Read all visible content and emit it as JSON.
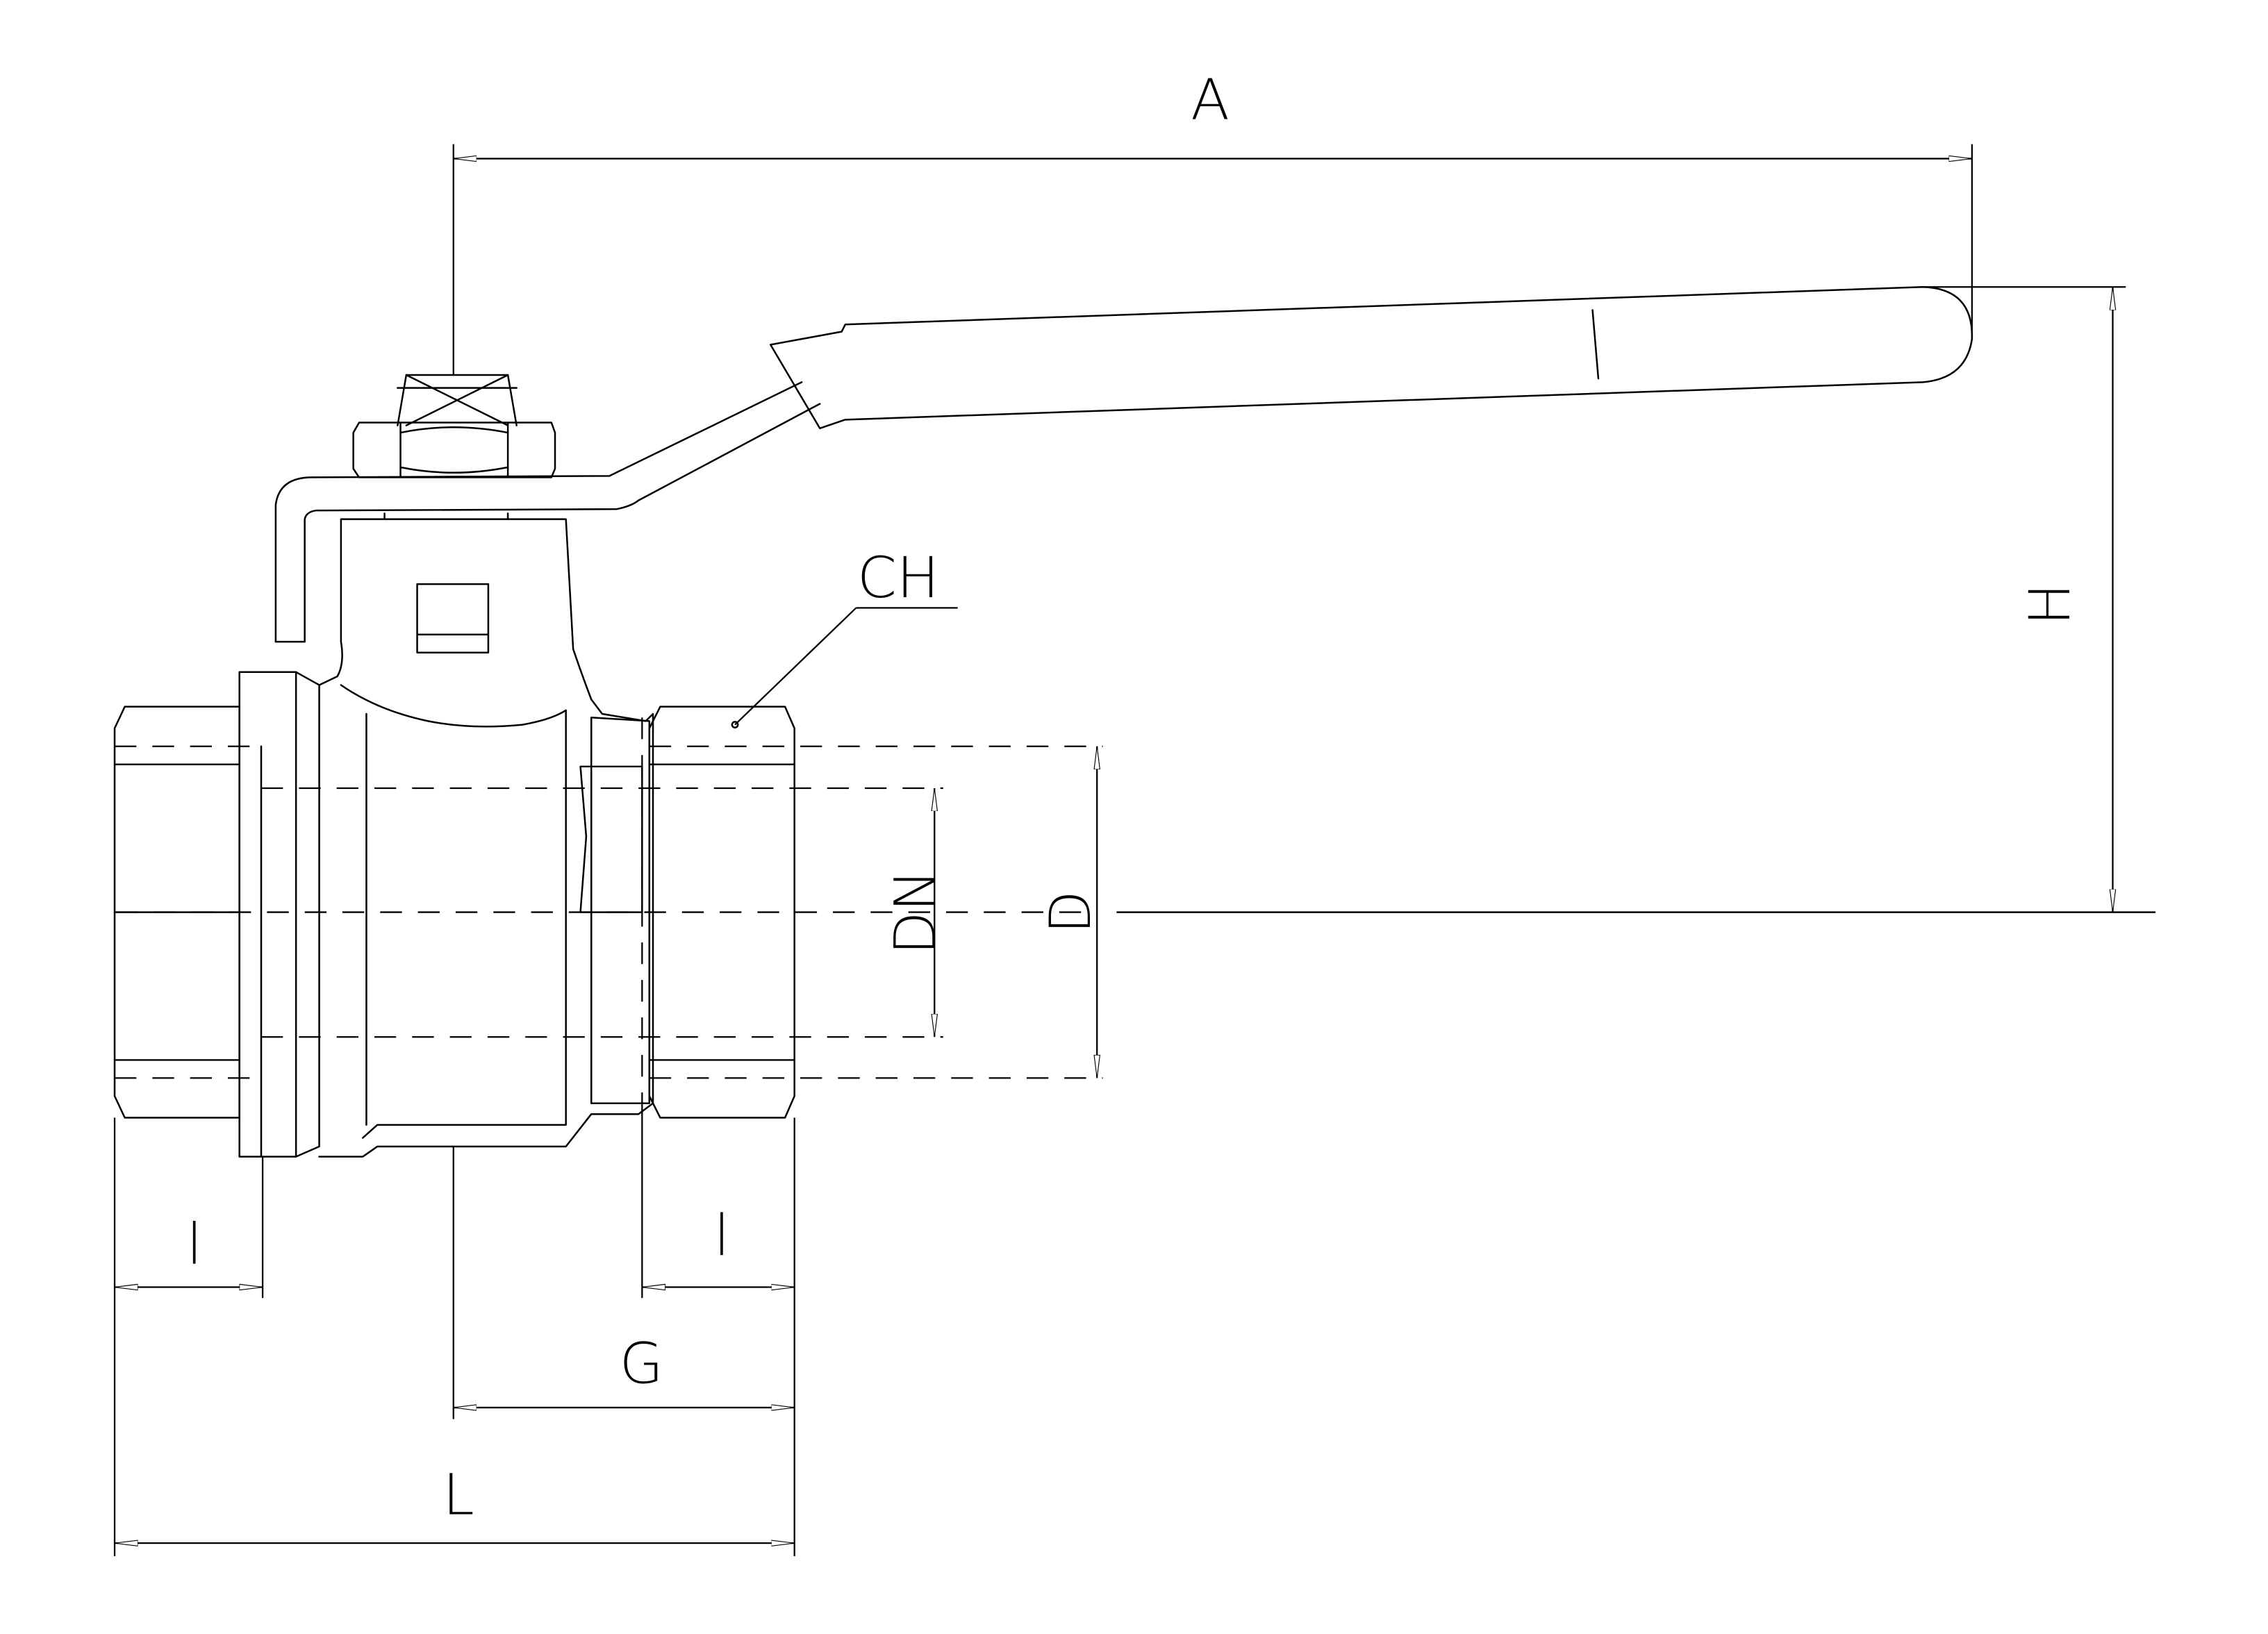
{
  "labels": {
    "A": "A",
    "H": "H",
    "CH": "CH",
    "DN": "DN",
    "D": "D",
    "G": "G",
    "L": "L",
    "l_left": "l",
    "l_right": "l",
    "l_handle": "l"
  },
  "colors": {
    "line": "#000000",
    "background": "#ffffff"
  }
}
